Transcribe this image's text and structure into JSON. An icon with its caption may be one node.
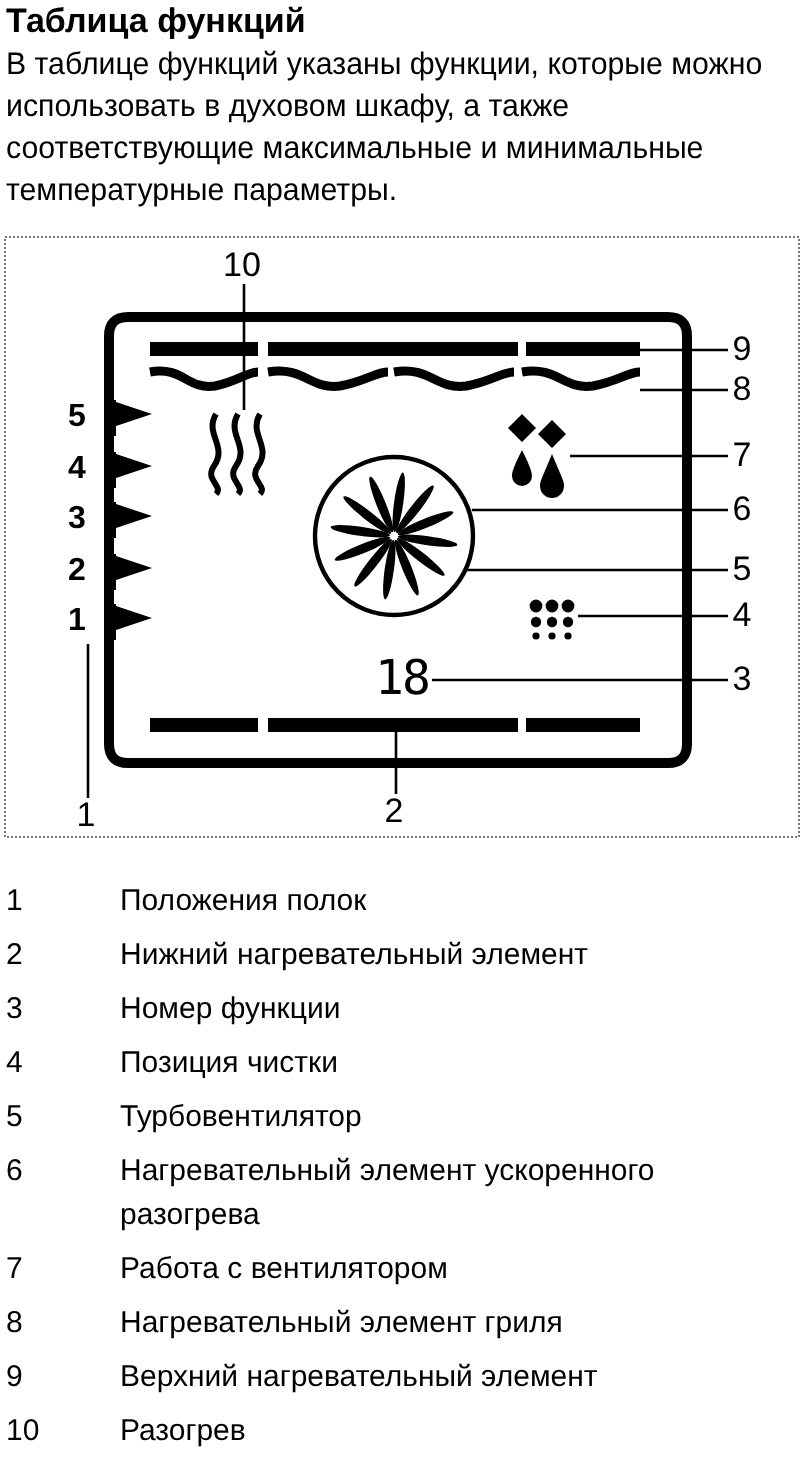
{
  "diagram": {
    "title": "Таблица функций",
    "nodes": [
      {
        "text": [
          "10"
        ]
      },
      {
        "text": [
          "9"
        ]
      },
      {
        "text": [
          "8"
        ]
      },
      {
        "text": [
          "7"
        ]
      },
      {
        "text": [
          "6"
        ]
      },
      {
        "text": [
          "5"
        ]
      },
      {
        "text": [
          "4"
        ]
      },
      {
        "text": [
          "3"
        ]
      },
      {
        "text": [
          "1"
        ]
      },
      {
        "text": [
          "2"
        ]
      },
      {
        "text": [],
        "shape": "picture"
      },
      {
        "text": [],
        "shape": "bar"
      },
      {
        "text": [],
        "shape": "picture"
      },
      {
        "text": [],
        "shape": "picture"
      },
      {
        "text": [],
        "shape": "circle"
      },
      {
        "text": [],
        "shape": "picture",
        "in": 14
      },
      {
        "text": [],
        "shape": "picture"
      },
      {
        "text": [
          "18"
        ]
      },
      {
        "text": [
          "5",
          "4",
          "3",
          "2",
          "1"
        ]
      },
      {
        "text": [],
        "shape": "bar"
      }
    ],
    "edges": [
      {
        "from": 0,
        "to": 10,
        "arrow": "none"
      },
      {
        "from": 1,
        "to": 11,
        "arrow": "none"
      },
      {
        "from": 2,
        "to": 12,
        "arrow": "none"
      },
      {
        "from": 3,
        "to": 13,
        "arrow": "none"
      },
      {
        "from": 4,
        "to": 14,
        "arrow": "none"
      },
      {
        "from": 5,
        "to": 15,
        "arrow": "none"
      },
      {
        "from": 6,
        "to": 16,
        "arrow": "none"
      },
      {
        "from": 7,
        "to": 17,
        "arrow": "none"
      },
      {
        "from": 8,
        "to": 18,
        "arrow": "none"
      },
      {
        "from": 9,
        "to": 19,
        "arrow": "none"
      }
    ],
    "labels": [
      "В таблице функций указаны функции, которые можно использовать в духовом шкафу, а также соответствующие максимальные и минимальные температурные параметры.",
      "1",
      "Положения полок",
      "2",
      "Нижний нагревательный элемент",
      "3",
      "Номер функции",
      "4",
      "Позиция чистки",
      "5",
      "Турбовентилятор",
      "6",
      "Нагревательный элемент ускоренного разогрева",
      "7",
      "Работа с вентилятором",
      "8",
      "Нагревательный элемент гриля",
      "9",
      "Верхний нагревательный элемент",
      "10",
      "Разогрев"
    ]
  }
}
